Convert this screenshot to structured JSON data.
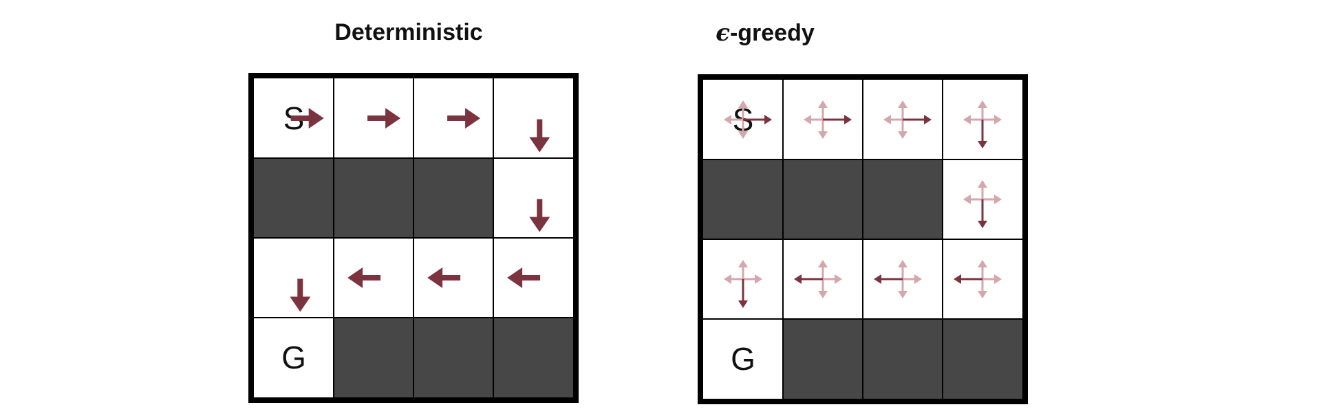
{
  "colors": {
    "dark_cell": "#474747",
    "light_cell": "#ffffff",
    "border": "#000000",
    "greedy_arrow": "#7b3340",
    "explore_arrow": "#d4a6ad"
  },
  "panels": [
    {
      "id": "deterministic",
      "title": "Deterministic",
      "mode": "deterministic",
      "grid": [
        [
          "light",
          "light",
          "light",
          "light"
        ],
        [
          "dark",
          "dark",
          "dark",
          "light"
        ],
        [
          "light",
          "light",
          "light",
          "light"
        ],
        [
          "light",
          "dark",
          "dark",
          "dark"
        ]
      ],
      "labels": [
        {
          "row": 0,
          "col": 0,
          "text": "S"
        },
        {
          "row": 3,
          "col": 0,
          "text": "G"
        }
      ],
      "policy": [
        {
          "row": 0,
          "col": 0,
          "dir": "right"
        },
        {
          "row": 0,
          "col": 1,
          "dir": "right"
        },
        {
          "row": 0,
          "col": 2,
          "dir": "right"
        },
        {
          "row": 0,
          "col": 3,
          "dir": "down"
        },
        {
          "row": 1,
          "col": 3,
          "dir": "down"
        },
        {
          "row": 2,
          "col": 3,
          "dir": "left"
        },
        {
          "row": 2,
          "col": 2,
          "dir": "left"
        },
        {
          "row": 2,
          "col": 1,
          "dir": "left"
        },
        {
          "row": 2,
          "col": 0,
          "dir": "down"
        }
      ]
    },
    {
      "id": "epsilon-greedy",
      "title_symbol": "ϵ",
      "title": "-greedy",
      "mode": "epsilon",
      "grid": [
        [
          "light",
          "light",
          "light",
          "light"
        ],
        [
          "dark",
          "dark",
          "dark",
          "light"
        ],
        [
          "light",
          "light",
          "light",
          "light"
        ],
        [
          "light",
          "dark",
          "dark",
          "dark"
        ]
      ],
      "labels": [
        {
          "row": 0,
          "col": 0,
          "text": "S"
        },
        {
          "row": 3,
          "col": 0,
          "text": "G"
        }
      ],
      "policy": [
        {
          "row": 0,
          "col": 0,
          "dir": "right"
        },
        {
          "row": 0,
          "col": 1,
          "dir": "right"
        },
        {
          "row": 0,
          "col": 2,
          "dir": "right"
        },
        {
          "row": 0,
          "col": 3,
          "dir": "down"
        },
        {
          "row": 1,
          "col": 3,
          "dir": "down"
        },
        {
          "row": 2,
          "col": 3,
          "dir": "left"
        },
        {
          "row": 2,
          "col": 2,
          "dir": "left"
        },
        {
          "row": 2,
          "col": 1,
          "dir": "left"
        },
        {
          "row": 2,
          "col": 0,
          "dir": "down"
        }
      ]
    }
  ]
}
